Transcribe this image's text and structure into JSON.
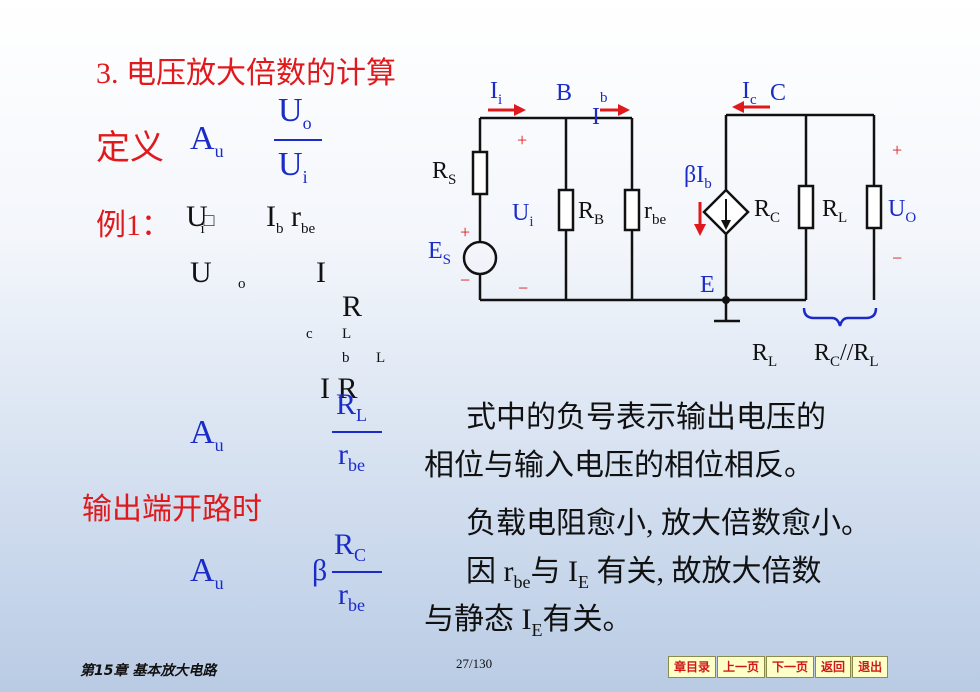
{
  "slide": {
    "title": "3. 电压放大倍数的计算",
    "definition_label": "定义",
    "A_symbol": "A",
    "u_sub": "u",
    "U_symbol": "U",
    "o_sub": "o",
    "i_sub": "i",
    "example_label": "例1：",
    "eq1_ui": "U",
    "eq1_ui_sub": "i",
    "eq1_box": "□",
    "eq1_ib": "I",
    "eq1_ib_sub": "b",
    "eq1_r": "r",
    "eq1_be": "be",
    "eq2_uo": "U",
    "eq2_o": "o",
    "eq2_I": "I",
    "eq2_R": "R",
    "eq2_c": "c",
    "eq2_L": "L",
    "eq2_b": "b",
    "eq2_L2": "L",
    "eq3_I": "I",
    "eq3_R": "R",
    "frac1_num": "R",
    "frac1_num_sub": "L",
    "frac_den": "r",
    "frac_den_sub": "be",
    "open_circuit_label": "输出端开路时",
    "beta": "β",
    "frac2_num": "R",
    "frac2_num_sub": "C",
    "note1_line1": "式中的负号表示输出电压的",
    "note1_line2": "相位与输入电压的相位相反。",
    "note2": "负载电阻愈小, 放大倍数愈小。",
    "note3_a": "因 r",
    "note3_be": "be",
    "note3_b": "与 I",
    "note3_E": "E",
    "note3_c": " 有关, 故放大倍数",
    "note4_a": "与静态 I",
    "note4_E": "E",
    "note4_b": "有关。"
  },
  "circuit": {
    "Ii": "I",
    "Ii_sub": "i",
    "B": "B",
    "Ib_sub": "b",
    "Ib": "I",
    "Ic": "I",
    "Ic_sub": "c",
    "C": "C",
    "plus": "+",
    "minus": "−",
    "RS": "R",
    "RS_sub": "S",
    "Ui": "U",
    "Ui_sub": "i",
    "RB": "R",
    "RB_sub": "B",
    "rbe": "r",
    "rbe_sub": "be",
    "betaIb": "βI",
    "betaIb_sub": "b",
    "RC": "R",
    "RC_sub": "C",
    "RL": "R",
    "RL_sub": "L",
    "Uo": "U",
    "Uo_sub": "O",
    "ES": "E",
    "ES_sub": "S",
    "E": "E",
    "RL_prime": "R",
    "RL_prime_sub": "L",
    "RC_par": "R",
    "RC_par_sub": "C",
    "par_sep": "//",
    "RL_par": "R",
    "RL_par_sub": "L"
  },
  "footer": {
    "chapter": "第15章 基本放大电路",
    "page": "27/130",
    "nav": [
      "章目录",
      "上一页",
      "下一页",
      "返回",
      "退出"
    ]
  },
  "colors": {
    "title": "#e0191c",
    "symbol": "#1a2bc8",
    "circuit": "#111111",
    "arrow": "#e0191c"
  }
}
